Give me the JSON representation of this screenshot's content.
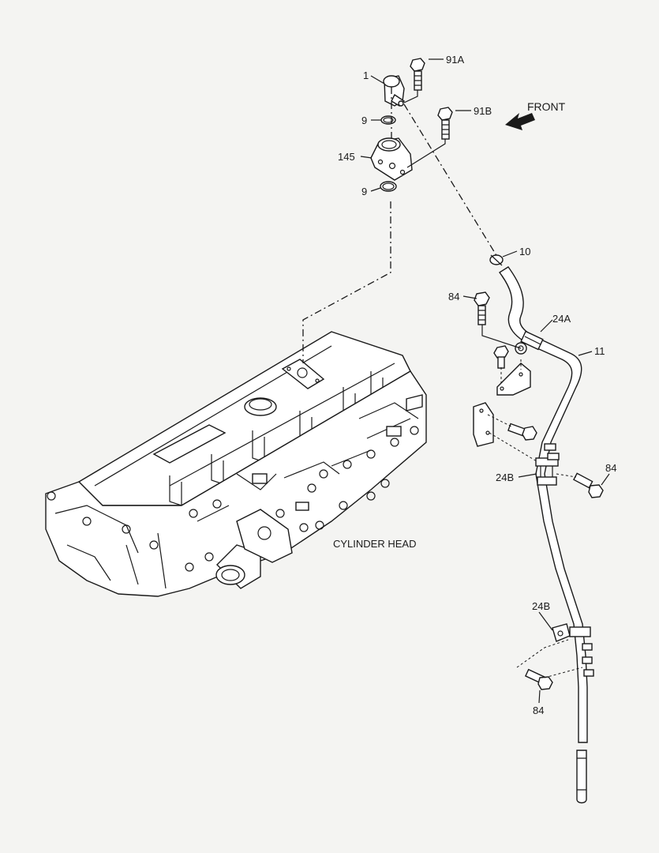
{
  "labels": {
    "p1": "1",
    "p91a": "91A",
    "p91b": "91B",
    "p9_top": "9",
    "p145": "145",
    "p9_bottom": "9",
    "p10": "10",
    "p84_upper": "84",
    "p24a": "24A",
    "p11": "11",
    "p24b_mid": "24B",
    "p84_mid": "84",
    "p24b_low": "24B",
    "p84_low": "84"
  },
  "front_label": "FRONT",
  "cylinder_head_label": "CYLINDER HEAD"
}
